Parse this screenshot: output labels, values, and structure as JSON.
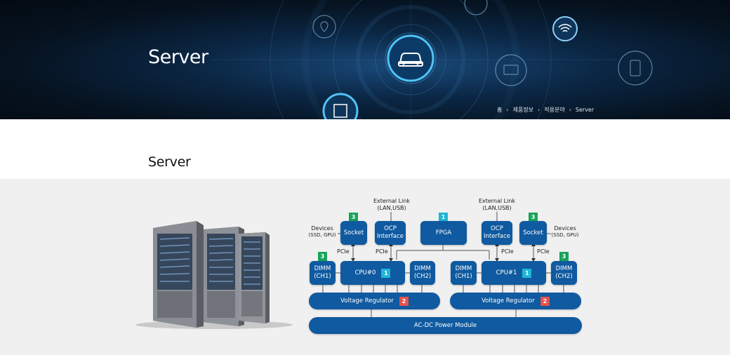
{
  "hero": {
    "title": "Server",
    "breadcrumb": [
      "홈",
      "제품정보",
      "적용분야",
      "Server"
    ]
  },
  "section": {
    "title": "Server"
  },
  "diagram": {
    "colors": {
      "block": "#0f5aa0",
      "badge_green": "#19a35b",
      "badge_cyan": "#1fb6d6",
      "badge_red": "#e4524b"
    },
    "external_link_left": [
      "External Link",
      "(LAN,USB)"
    ],
    "external_link_right": [
      "External Link",
      "(LAN,USB)"
    ],
    "devices_left": [
      "Devices",
      "(SSD, GPU)"
    ],
    "devices_right": [
      "Devices",
      "(SSD, GPU)"
    ],
    "pcie": "PCIe",
    "socket": "Socket",
    "ocp": [
      "OCP",
      "Interface"
    ],
    "fpga": "FPGA",
    "dimm_ch1": [
      "DIMM",
      "(CH1)"
    ],
    "dimm_ch2": [
      "DIMM",
      "(CH2)"
    ],
    "cpu0": "CPU#0",
    "cpu1": "CPU#1",
    "voltage_regulator": "Voltage Regulator",
    "power_module": "AC-DC Power Module",
    "badges": {
      "one": "1",
      "two": "2",
      "three": "3"
    }
  }
}
